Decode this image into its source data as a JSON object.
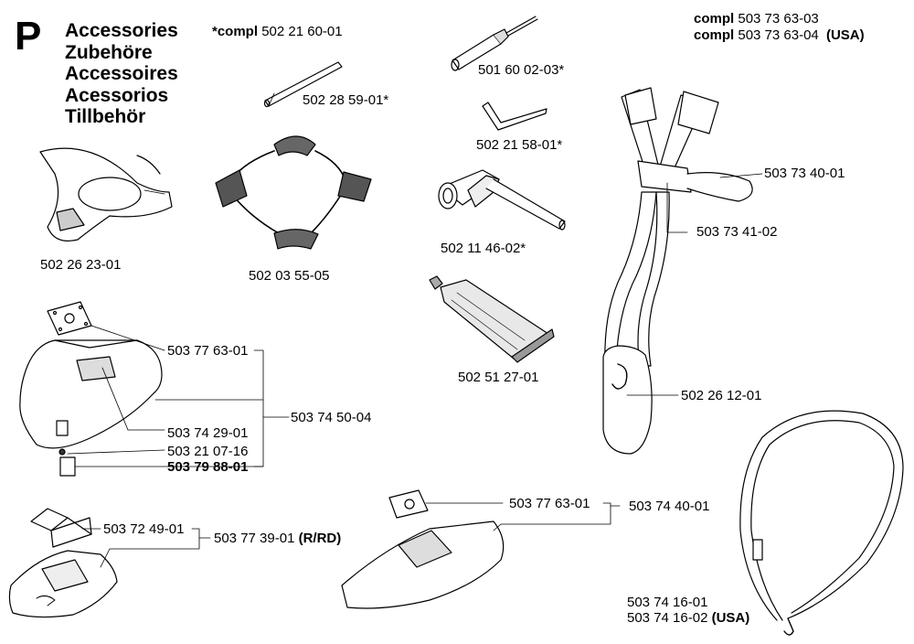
{
  "header": {
    "section_letter": "P",
    "titles": [
      "Accessories",
      "Zubehöre",
      "Accessoires",
      "Acessorios",
      "Tillbehör"
    ]
  },
  "labels": {
    "compl_prefix": "*compl",
    "compl_part": "502 21 60-01",
    "rod": "502 28 59-01*",
    "screwdriver": "501 60 02-03*",
    "hex_key": "502 21 58-01*",
    "spanner": "502 11 46-02*",
    "grease": "502 51 27-01",
    "support_cup": "502 26 23-01",
    "blade_guard": "502 03 55-05",
    "harness_compl_word": "compl",
    "harness_compl_1": "503 73 63-03",
    "harness_compl_2": "503 73 63-04",
    "harness_usa": "(USA)",
    "harness_strap": "503 73 40-01",
    "harness_buckle": "503 73 41-02",
    "harness_hip": "502 26 12-01",
    "guard_plate": "503 77 63-01",
    "guard_kit": "503 74 50-04",
    "guard_part_1": "503 74 29-01",
    "guard_part_2": "503 21 07-16",
    "guard_part_3": "503 79 88-01",
    "bracket": "503 72 49-01",
    "cover_kit": "503 77 39-01",
    "cover_kit_suffix": "(R/RD)",
    "guard2_plate": "503 77 63-01",
    "guard2_kit": "503 74 40-01",
    "strap_1": "503 74 16-01",
    "strap_2": "503 74 16-02",
    "strap_usa": "(USA)"
  }
}
